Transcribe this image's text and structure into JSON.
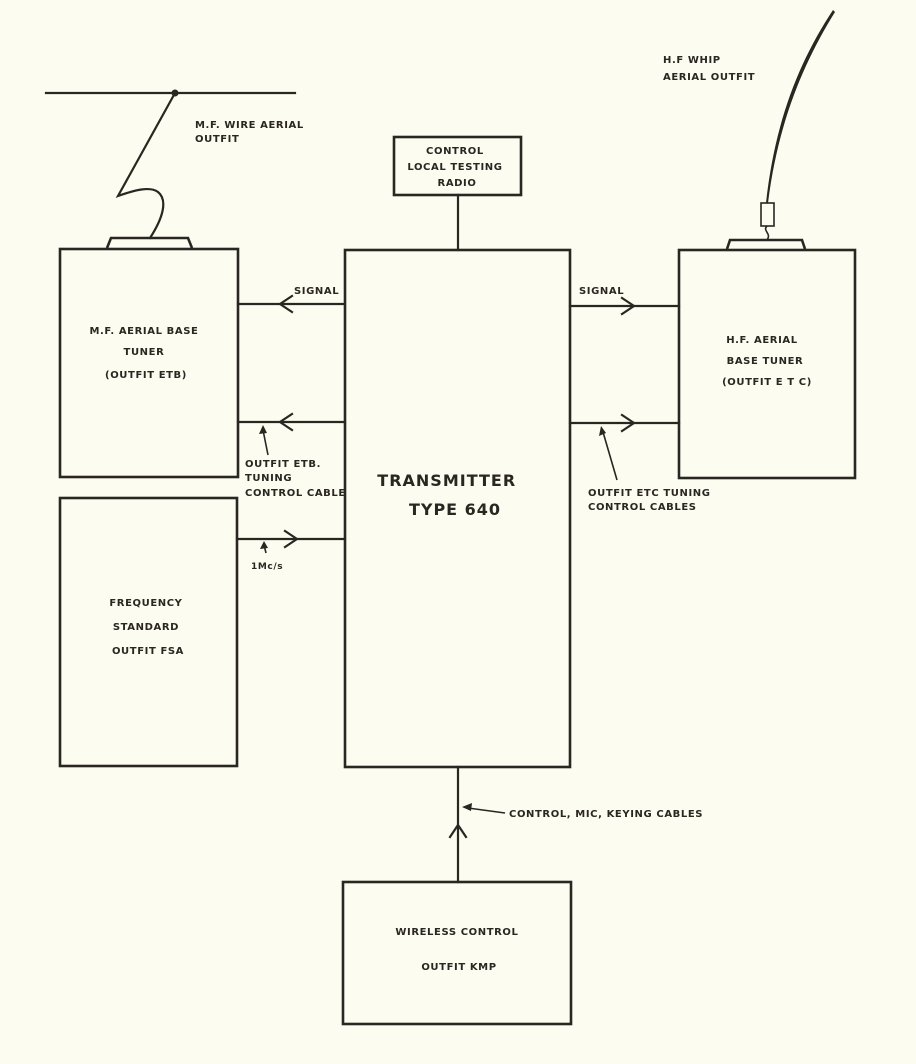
{
  "diagram": {
    "theme": {
      "paper": "#fdfcf0",
      "ink": "#2a2622"
    },
    "antennas": {
      "mf_wire": {
        "label_lines": [
          "M.F. WIRE AERIAL",
          "OUTFIT"
        ]
      },
      "hf_whip": {
        "label_lines": [
          "H.F WHIP",
          "AERIAL OUTFIT"
        ]
      }
    },
    "blocks": {
      "control_radio": {
        "label_lines": [
          "CONTROL",
          "LOCAL TESTING",
          "RADIO"
        ]
      },
      "mf_tuner": {
        "label_lines": [
          "M.F. AERIAL BASE",
          "TUNER",
          "(OUTFIT ETB)"
        ]
      },
      "hf_tuner": {
        "label_lines": [
          "H.F. AERIAL",
          "BASE TUNER",
          "(OUTFIT  E T C)"
        ]
      },
      "transmitter": {
        "label_lines": [
          "TRANSMITTER",
          "TYPE 640"
        ]
      },
      "freq_standard": {
        "label_lines": [
          "FREQUENCY",
          "STANDARD",
          "OUTFIT  FSA"
        ]
      },
      "wireless_control": {
        "label_lines": [
          "WIRELESS CONTROL",
          "OUTFIT KMP"
        ]
      }
    },
    "connections": {
      "signal_left": {
        "label": "SIGNAL",
        "from": "transmitter",
        "to": "mf_tuner"
      },
      "signal_right": {
        "label": "SIGNAL",
        "from": "transmitter",
        "to": "hf_tuner"
      },
      "etb_cable": {
        "label_lines": [
          "OUTFIT ETB.",
          "TUNING",
          "CONTROL CABLE"
        ],
        "from": "transmitter",
        "to": "mf_tuner"
      },
      "etc_cables": {
        "label_lines": [
          "OUTFIT ETC  TUNING",
          "CONTROL CABLES"
        ],
        "from": "transmitter",
        "to": "hf_tuner"
      },
      "freq_link": {
        "label": "1Mc/s",
        "from": "freq_standard",
        "to": "transmitter"
      },
      "control_cables": {
        "label": "CONTROL, MIC, KEYING CABLES",
        "from": "wireless_control",
        "to": "transmitter"
      },
      "control_radio_link": {
        "from": "control_radio",
        "to": "transmitter"
      }
    }
  }
}
